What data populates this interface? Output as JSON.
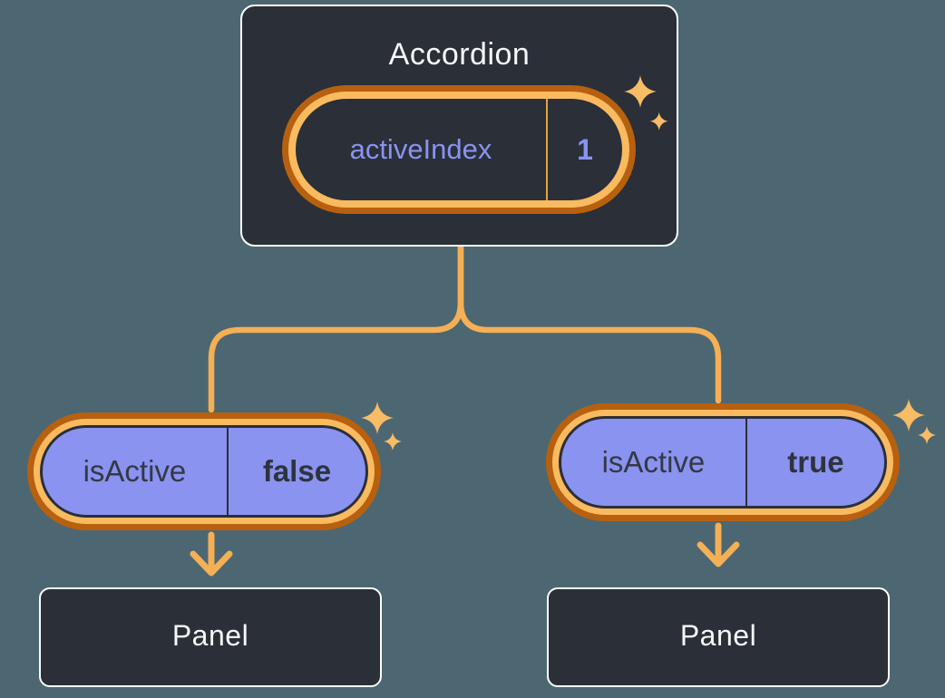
{
  "palette": {
    "background": "#4C6771",
    "card_fill": "#2A2F38",
    "card_border": "#FFFFFF",
    "glow_outer_orange": "#B7600F",
    "glow_inner_orange": "#F9BA60",
    "connector_orange": "#F5AF55",
    "sparkle_orange": "#F8BB66",
    "pill_purple": "#8A93F0",
    "purple_text": "#8A93F0",
    "dark_text": "#333944",
    "light_text": "#F6F7F9"
  },
  "accordion": {
    "title": "Accordion",
    "state": {
      "name": "activeIndex",
      "value": "1"
    }
  },
  "children": [
    {
      "pill": {
        "name": "isActive",
        "value": "false"
      },
      "panel_label": "Panel"
    },
    {
      "pill": {
        "name": "isActive",
        "value": "true"
      },
      "panel_label": "Panel"
    }
  ]
}
